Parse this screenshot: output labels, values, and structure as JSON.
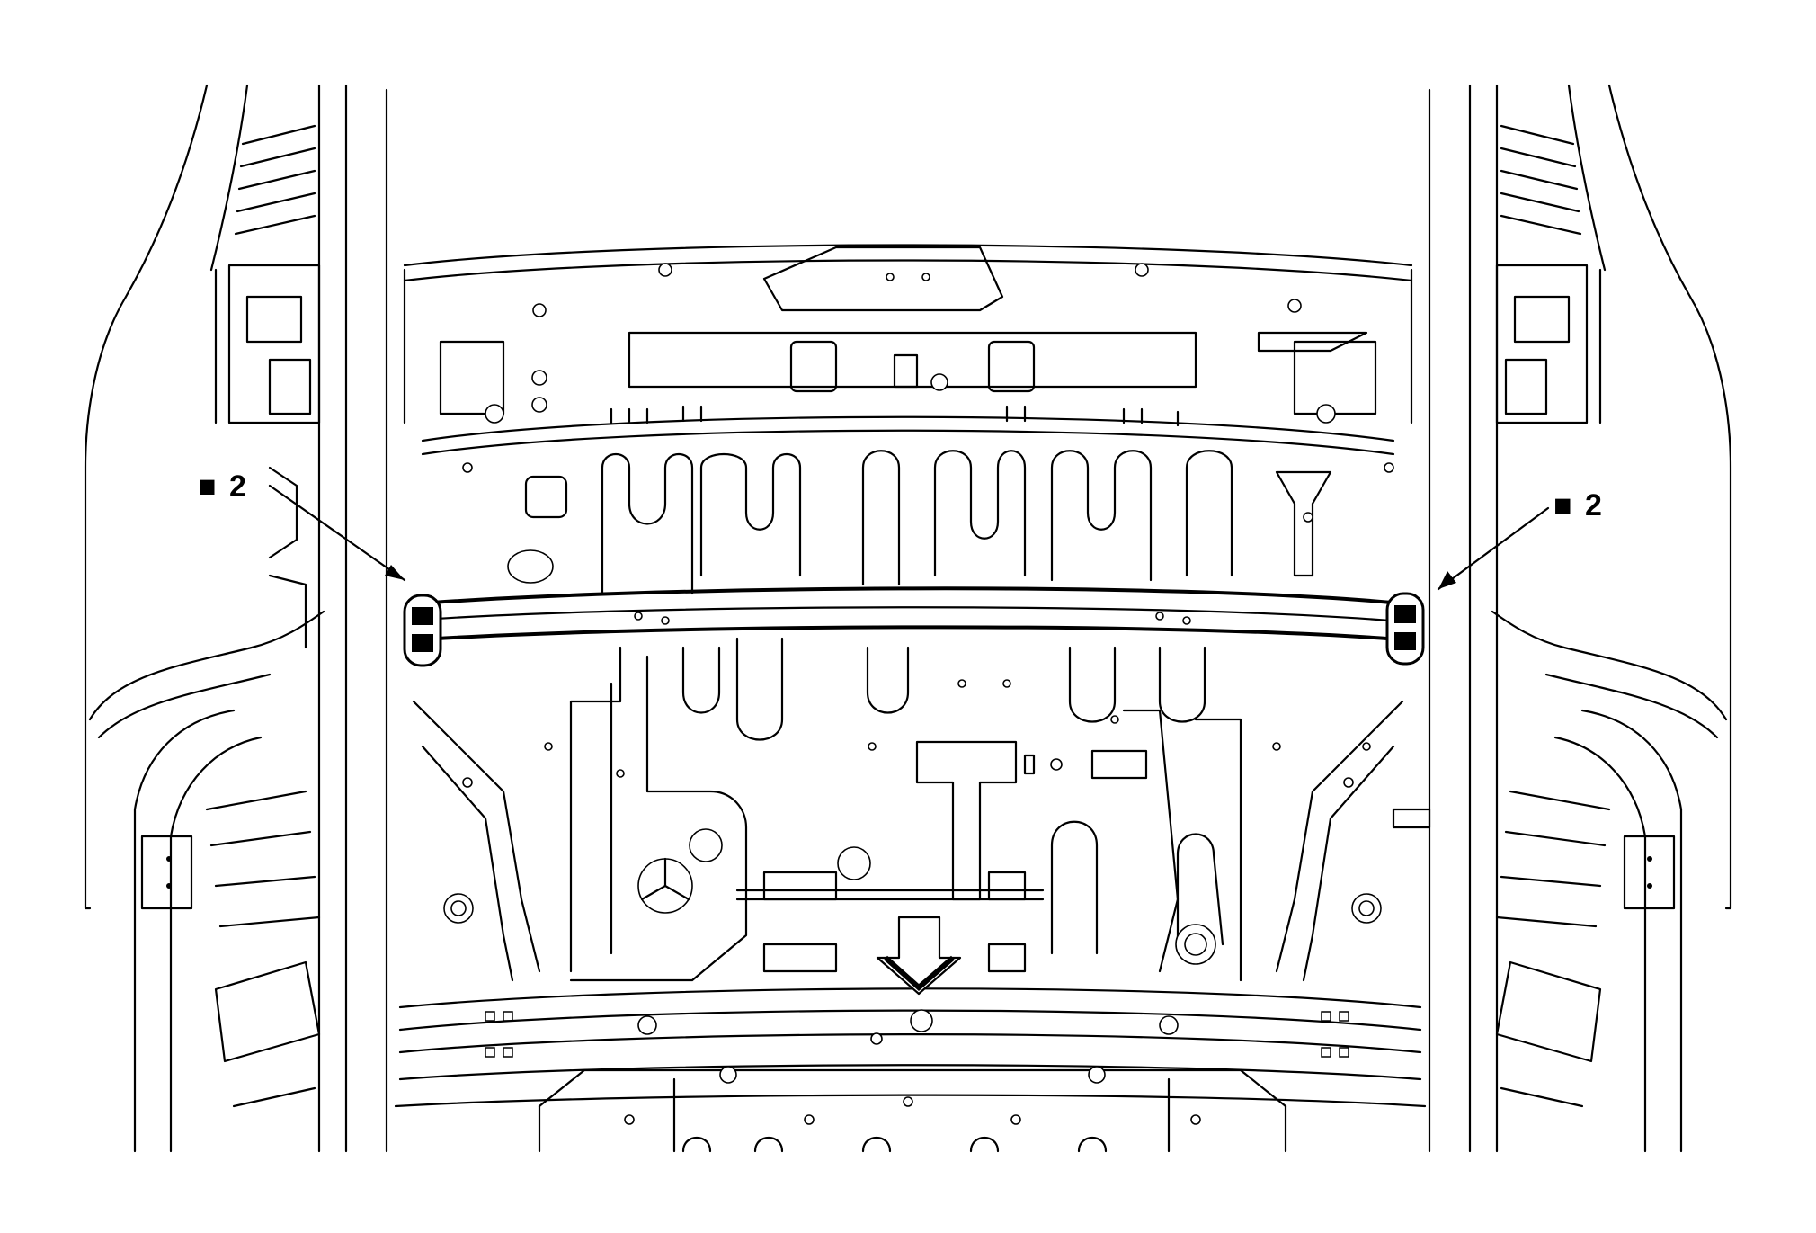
{
  "diagram": {
    "background_color": "#ffffff",
    "line_color": "#000000",
    "callouts": [
      {
        "id": "left",
        "marker": "■",
        "number": "2"
      },
      {
        "id": "right",
        "marker": "■",
        "number": "2"
      }
    ],
    "icons": [
      "down-arrow-icon",
      "weld-point-marker-icon"
    ]
  }
}
